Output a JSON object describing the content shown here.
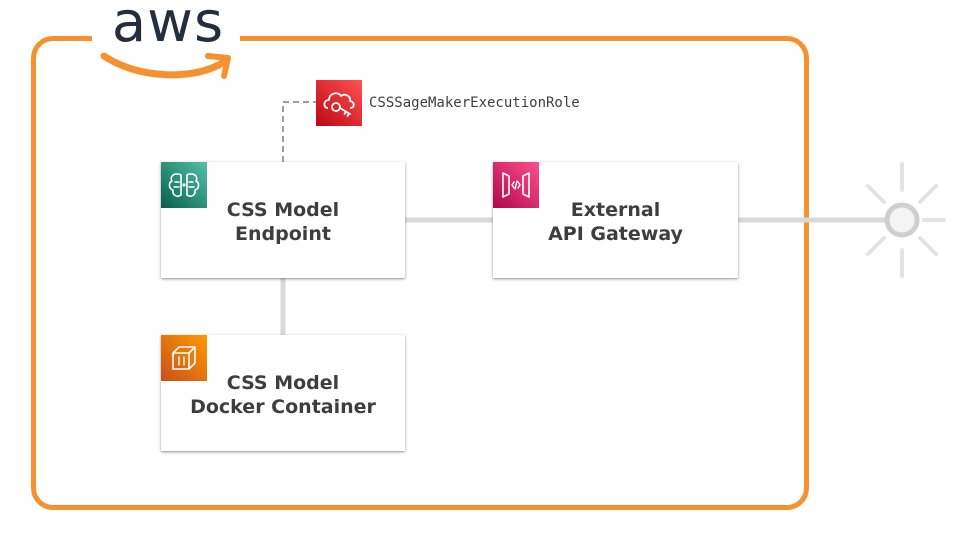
{
  "logo": {
    "text": "aws"
  },
  "colors": {
    "boundary": "#f7912f",
    "connector": "#d9d9d9",
    "dashed_connector": "#9e9e9e",
    "sagemaker": "#1b8c6e",
    "gateway": "#d6246e",
    "container": "#e0681c",
    "iam": "#d42b2b",
    "label": "#3e3e3e"
  },
  "role": {
    "icon": "iam-role-icon",
    "label": "CSSSageMakerExecutionRole"
  },
  "nodes": {
    "endpoint": {
      "icon": "sagemaker-icon",
      "line1": "CSS Model",
      "line2": "Endpoint"
    },
    "gateway": {
      "icon": "api-gateway-icon",
      "line1": "External",
      "line2": "API Gateway"
    },
    "container": {
      "icon": "container-icon",
      "line1": "CSS Model",
      "line2": "Docker Container"
    }
  },
  "external": {
    "icon": "internet-icon"
  }
}
